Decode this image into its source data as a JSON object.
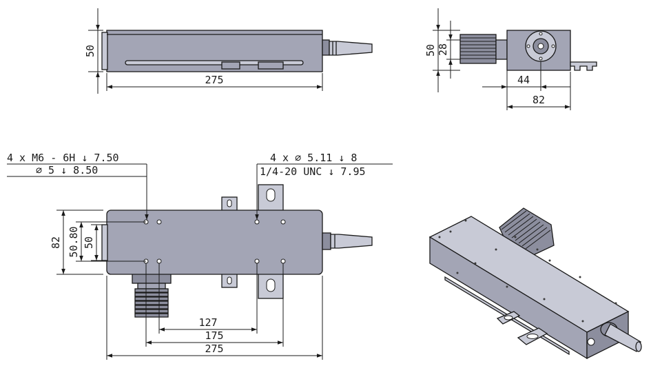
{
  "views": {
    "top": {
      "height_label": "50",
      "length_label": "275"
    },
    "end": {
      "height_label": "50",
      "center_label": "28",
      "offset_label": "44",
      "width_label": "82"
    },
    "front": {
      "note_left_line1": "4 x  M6 - 6H ↓ 7.50",
      "note_left_line2": "⌀ 5 ↓ 8.50",
      "note_right_line1": "4 x ⌀ 5.11 ↓ 8",
      "note_right_line2": "1/4-20 UNC  ↓ 7.95",
      "height_outer_label": "82",
      "height_mid_label": "50.80",
      "height_inner_label": "50",
      "dim_127_label": "127",
      "dim_175_label": "175",
      "length_label": "275"
    }
  },
  "colors": {
    "body": "#a3a5b5",
    "body_dark": "#8c8e9e",
    "line": "#1a1a1a"
  }
}
